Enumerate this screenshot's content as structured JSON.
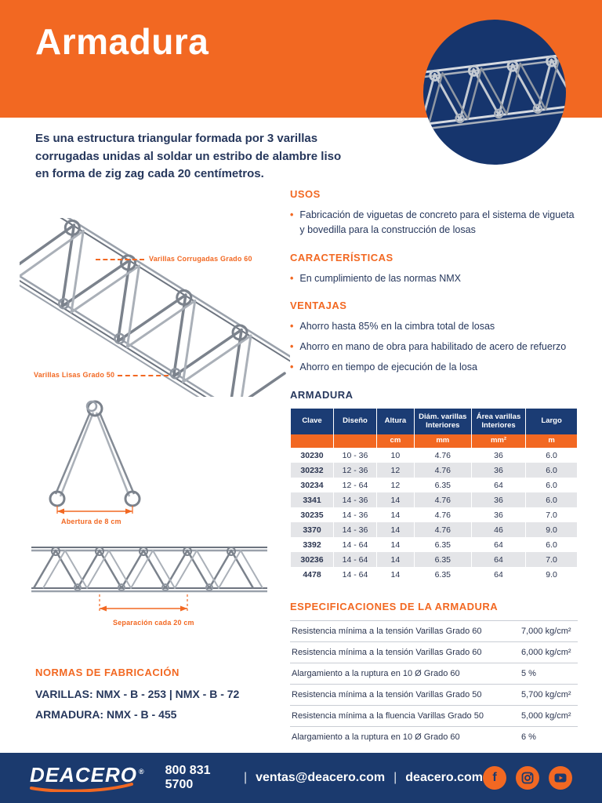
{
  "ui": {
    "bullet": "•"
  },
  "colors": {
    "orange": "#F26822",
    "navy": "#1B3C74",
    "navy_dark": "#16356D",
    "text_navy": "#26375C",
    "row_stripe": "#E4E5E8"
  },
  "header": {
    "title": "Armadura"
  },
  "intro": {
    "description": "Es una estructura triangular formada por 3 varillas corrugadas unidas al soldar un estribo de alambre liso en forma de zig zag cada 20 centímetros."
  },
  "diagram": {
    "label_top_chord": "Varillas Corrugadas Grado 60",
    "label_web": "Varillas Lisas Grado 50",
    "label_opening": "Abertura de 8 cm",
    "label_spacing": "Separación cada 20 cm"
  },
  "sections": {
    "usos": {
      "title": "USOS",
      "items": [
        "Fabricación de viguetas de concreto para el sistema de vigueta y bovedilla para la construcción de losas"
      ]
    },
    "caracteristicas": {
      "title": "CARACTERÍSTICAS",
      "items": [
        "En cumplimiento de las normas NMX"
      ]
    },
    "ventajas": {
      "title": "VENTAJAS",
      "items": [
        "Ahorro hasta 85% en la cimbra total de losas",
        "Ahorro en mano de obra para habilitado de acero de refuerzo",
        "Ahorro en tiempo de ejecución de la losa"
      ]
    }
  },
  "table": {
    "title": "ARMADURA",
    "headers": [
      "Clave",
      "Diseño",
      "Altura",
      "Diám. varillas Interiores",
      "Área varillas Interiores",
      "Largo"
    ],
    "units": [
      "",
      "",
      "cm",
      "mm",
      "mm²",
      "m"
    ],
    "rows": [
      [
        "30230",
        "10 - 36",
        "10",
        "4.76",
        "36",
        "6.0"
      ],
      [
        "30232",
        "12 - 36",
        "12",
        "4.76",
        "36",
        "6.0"
      ],
      [
        "30234",
        "12 - 64",
        "12",
        "6.35",
        "64",
        "6.0"
      ],
      [
        "3341",
        "14 - 36",
        "14",
        "4.76",
        "36",
        "6.0"
      ],
      [
        "30235",
        "14 - 36",
        "14",
        "4.76",
        "36",
        "7.0"
      ],
      [
        "3370",
        "14 - 36",
        "14",
        "4.76",
        "46",
        "9.0"
      ],
      [
        "3392",
        "14 - 64",
        "14",
        "6.35",
        "64",
        "6.0"
      ],
      [
        "30236",
        "14 - 64",
        "14",
        "6.35",
        "64",
        "7.0"
      ],
      [
        "4478",
        "14 - 64",
        "14",
        "6.35",
        "64",
        "9.0"
      ]
    ]
  },
  "specs": {
    "title": "ESPECIFICACIONES DE LA ARMADURA",
    "rows": [
      {
        "label": "Resistencia mínima a la tensión Varillas Grado 60",
        "value": "7,000 kg/cm²"
      },
      {
        "label": "Resistencia mínima a la tensión Varillas Grado 60",
        "value": "6,000 kg/cm²"
      },
      {
        "label": "Alargamiento a la ruptura en 10 Ø Grado 60",
        "value": "5 %"
      },
      {
        "label": "Resistencia mínima a la tensión Varillas Grado 50",
        "value": "5,700 kg/cm²"
      },
      {
        "label": "Resistencia mínima a la fluencia Varillas Grado 50",
        "value": "5,000 kg/cm²"
      },
      {
        "label": "Alargamiento a la ruptura en 10 Ø Grado 60",
        "value": "6 %"
      }
    ]
  },
  "normas": {
    "title": "NORMAS DE FABRICACIÓN",
    "lines": [
      "VARILLAS: NMX - B - 253 | NMX - B - 72",
      "ARMADURA: NMX - B - 455"
    ]
  },
  "footer": {
    "brand": "DEACERO",
    "brand_reg": "®",
    "phone": "800 831 5700",
    "email": "ventas@deacero.com",
    "website": "deacero.com",
    "separator": "|",
    "facebook_glyph": "f"
  }
}
